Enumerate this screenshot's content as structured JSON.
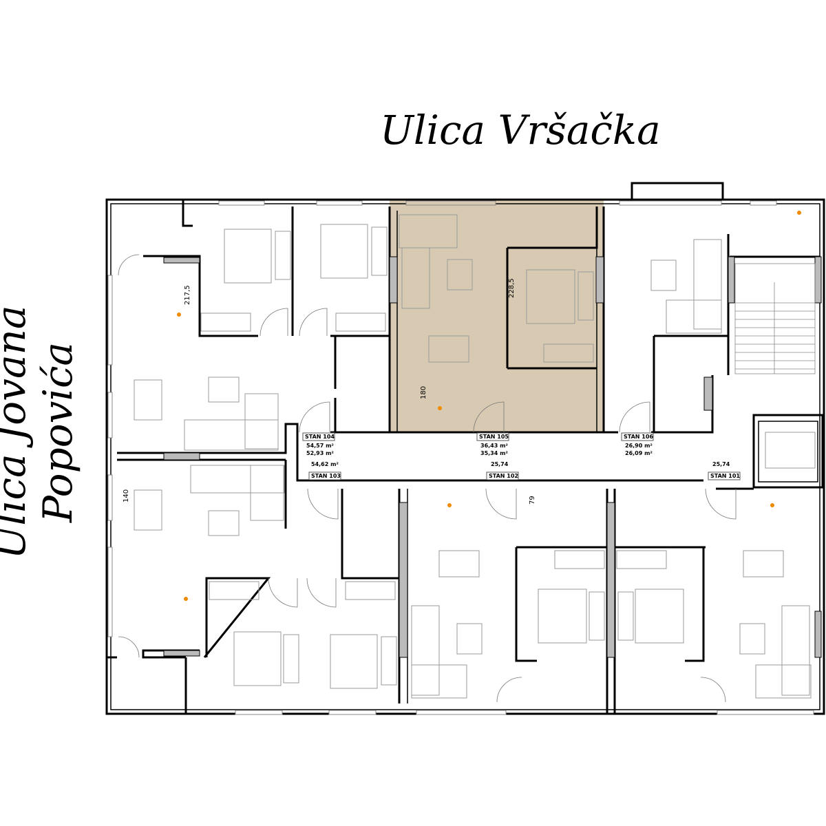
{
  "streets": {
    "top": "Ulica Vršačka",
    "left": "Ulica Jovana Popovića"
  },
  "colors": {
    "highlight": "#d8c9b2",
    "highlight_border": "#5a4a3a",
    "wall": "#000000",
    "furniture": "#9a9a9a",
    "accent": "#f08a00"
  },
  "apartments": [
    {
      "name": "STAN 104",
      "area_gross": "54,57 m²",
      "area_net": "52,93 m²"
    },
    {
      "name": "STAN 105",
      "area_gross": "36,43 m²",
      "area_net": "35,34 m²",
      "highlighted": true
    },
    {
      "name": "STAN 106",
      "area_gross": "26,90 m²",
      "area_net": "26,09 m²"
    },
    {
      "name": "STAN 103",
      "area_gross": "54,62 m²"
    },
    {
      "name": "STAN 102",
      "area_gross": "25,74"
    },
    {
      "name": "STAN 101",
      "area_gross": "25,74"
    }
  ],
  "dimensions": [
    "217,5",
    "228,5",
    "180",
    "140",
    "79"
  ]
}
